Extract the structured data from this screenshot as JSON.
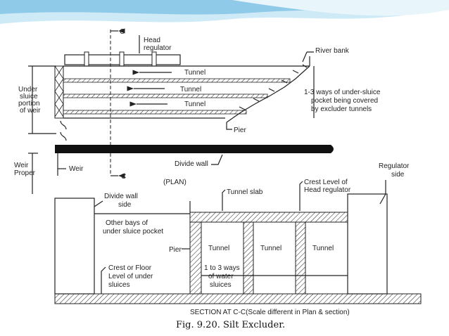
{
  "colors": {
    "banner_light": "#cfeaf7",
    "banner_mid": "#8fcbe9",
    "line": "#222222"
  },
  "plan": {
    "section_marker_top": "C",
    "section_marker_bottom": "C",
    "head_regulator": [
      "Head",
      "regulator"
    ],
    "river_bank": "River bank",
    "tunnels": [
      "Tunnel",
      "Tunnel",
      "Tunnel"
    ],
    "under_sluice_label": [
      "Under",
      "sluice",
      "portion",
      "of weir"
    ],
    "ways_label": [
      "1-3 ways of under-sluice",
      "pocket being covered",
      "by excluder tunnels"
    ],
    "pier": "Pier",
    "divide_wall": "Divide wall",
    "weir_proper": [
      "Weir",
      "Proper"
    ],
    "weir": "Weir",
    "plan_title": "(PLAN)"
  },
  "section": {
    "regulator_side": [
      "Regulator",
      "side"
    ],
    "tunnel_slab": "Tunnel slab",
    "crest_level": [
      "Crest Level of",
      "Head regulator"
    ],
    "divide_wall_side": [
      "Divide wall",
      "side"
    ],
    "other_bays": [
      "Other bays of",
      "under sluice pocket"
    ],
    "pier": "Pier",
    "tunnels": [
      "Tunnel",
      "Tunnel",
      "Tunnel"
    ],
    "crest_floor": [
      "Crest or Floor",
      "Level of under",
      "sluices"
    ],
    "water_ways": [
      "1 to 3 ways",
      "of water",
      "sluices"
    ],
    "title": "SECTION AT C-C(Scale different in Plan & section)"
  },
  "caption": "Fig. 9.20. Silt Excluder."
}
